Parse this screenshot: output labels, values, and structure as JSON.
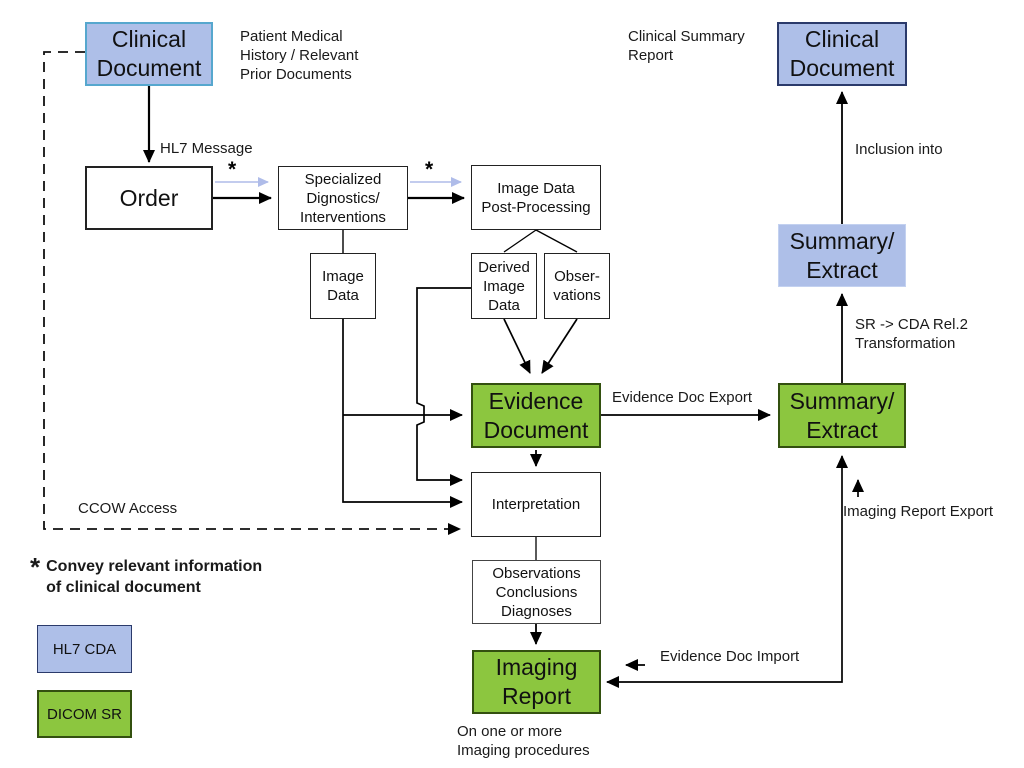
{
  "boxes": {
    "clinical_document_left": "Clinical\nDocument",
    "order": "Order",
    "specialized": "Specialized\nDignostics/\nInterventions",
    "image_data_post": "Image Data\nPost-Processing",
    "image_data": "Image\nData",
    "derived_image_data": "Derived\nImage\nData",
    "observations": "Obser-\nvations",
    "evidence_document": "Evidence\nDocument",
    "interpretation": "Interpretation",
    "obs_concl_diag": "Observations\nConclusions\nDiagnoses",
    "imaging_report": "Imaging\nReport",
    "summary_extract_green": "Summary/\nExtract",
    "summary_extract_blue": "Summary/\nExtract",
    "clinical_document_right": "Clinical\nDocument"
  },
  "labels": {
    "patient_medical": "Patient Medical\nHistory / Relevant\nPrior Documents",
    "clinical_summary": "Clinical Summary\nReport",
    "hl7_message": "HL7 Message",
    "inclusion_into": "Inclusion into",
    "sr_cda_transformation": "SR -> CDA Rel.2\nTransformation",
    "evidence_doc_export": "Evidence Doc Export",
    "imaging_report_export": "Imaging Report Export",
    "evidence_doc_import": "Evidence Doc Import",
    "ccow_access": "CCOW Access",
    "asterisk": "*",
    "note_text": "Convey relevant information\nof clinical document",
    "on_one_or_more": "On one or more\nImaging procedures"
  },
  "legend": {
    "hl7_cda": "HL7 CDA",
    "dicom_sr": "DICOM SR"
  },
  "colors": {
    "hl7_cda_fill": "#AEBFE8",
    "dicom_sr_fill": "#8CC63F",
    "teal_border": "#56A7CE",
    "navy_border": "#2B3A6B",
    "green_border": "#33500F",
    "pale_arrow": "#AFBCE9",
    "line_black": "#000000"
  }
}
